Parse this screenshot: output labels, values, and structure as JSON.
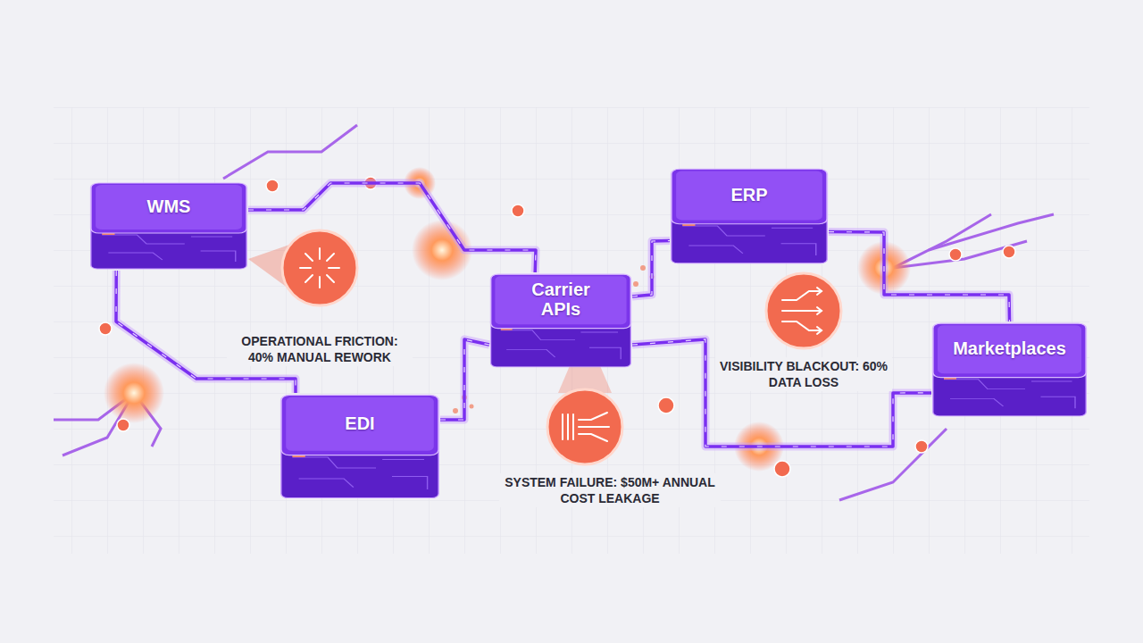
{
  "diagram": {
    "nodes": [
      {
        "text": [
          "WMS"
        ]
      },
      {
        "text": [
          "ERP"
        ]
      },
      {
        "text": [
          "Carrier APIs"
        ]
      },
      {
        "text": [
          "Marketplaces"
        ]
      },
      {
        "text": [
          "EDI"
        ]
      }
    ],
    "edges": [
      {
        "from": 0,
        "to": 2,
        "arrow": "none"
      },
      {
        "from": 0,
        "to": 4,
        "arrow": "none"
      },
      {
        "from": 4,
        "to": 2,
        "arrow": "none"
      },
      {
        "from": 2,
        "to": 1,
        "arrow": "none"
      },
      {
        "from": 2,
        "to": 3,
        "arrow": "none"
      },
      {
        "from": 1,
        "to": 3,
        "arrow": "none"
      }
    ],
    "labels": [
      "OPERATIONAL FRICTION: 40% MANUAL REWORK",
      "VISIBILITY BLACKOUT: 60% DATA LOSS",
      "SYSTEM FAILURE: $50M+ ANNUAL COST LEAKAGE"
    ]
  }
}
